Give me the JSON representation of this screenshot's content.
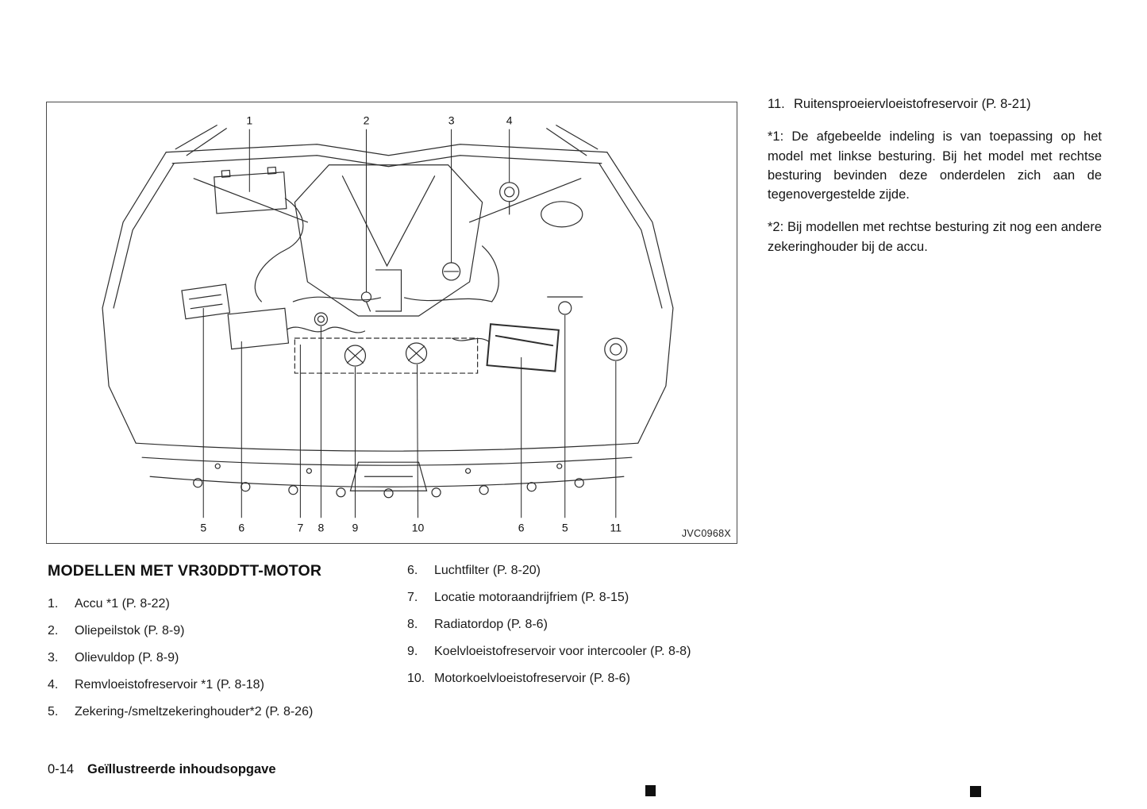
{
  "figure": {
    "code": "JVC0968X",
    "callouts_top": [
      "1",
      "2",
      "3",
      "4"
    ],
    "callouts_bottom": [
      "5",
      "6",
      "7",
      "8",
      "9",
      "10",
      "6",
      "5",
      "11"
    ]
  },
  "right_column": {
    "item11_num": "11.",
    "item11_text": "Ruitensproeiervloeistofreservoir (P. 8-21)",
    "note1": "*1: De afgebeelde indeling is van toepassing op het model met linkse besturing. Bij het model met rechtse besturing bevinden deze onderdelen zich aan de tegenovergestelde zijde.",
    "note2": "*2: Bij modellen met rechtse besturing zit nog een andere zekeringhouder bij de accu."
  },
  "legend": {
    "heading": "MODELLEN MET VR30DDTT-MOTOR",
    "col1": [
      {
        "num": "1.",
        "text": "Accu *1 (P. 8-22)"
      },
      {
        "num": "2.",
        "text": "Oliepeilstok (P. 8-9)"
      },
      {
        "num": "3.",
        "text": "Olievuldop (P. 8-9)"
      },
      {
        "num": "4.",
        "text": "Remvloeistofreservoir *1 (P. 8-18)"
      },
      {
        "num": "5.",
        "text": "Zekering-/smeltzekeringhouder*2 (P. 8-26)"
      }
    ],
    "col2": [
      {
        "num": "6.",
        "text": "Luchtfilter (P. 8-20)"
      },
      {
        "num": "7.",
        "text": "Locatie motoraandrijfriem (P. 8-15)"
      },
      {
        "num": "8.",
        "text": "Radiatordop (P. 8-6)"
      },
      {
        "num": "9.",
        "text": "Koelvloeistofreservoir voor intercooler (P. 8-8)"
      },
      {
        "num": "10.",
        "text": "Motorkoelvloeistofreservoir (P. 8-6)"
      }
    ]
  },
  "footer": {
    "page_number": "0-14",
    "title": "Geïllustreerde inhoudsopgave"
  }
}
